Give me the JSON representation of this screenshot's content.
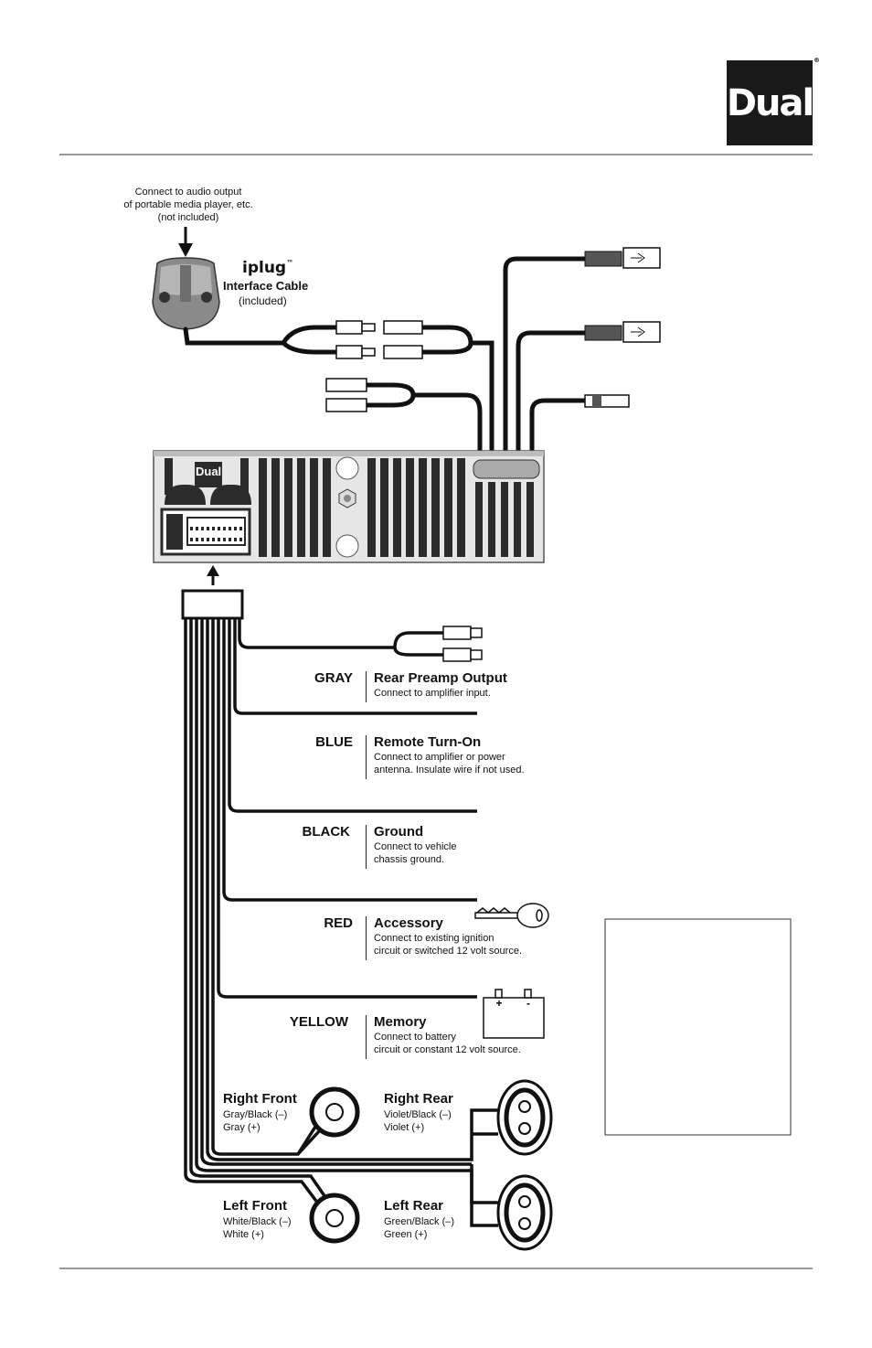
{
  "brand": {
    "logo_text": "Dual",
    "registered": "®",
    "unit_badge": "Dual"
  },
  "iplug": {
    "note_line1": "Connect to audio output",
    "note_line2": "of portable media player, etc.",
    "note_line3": "(not included)",
    "logo": "iplug",
    "tm": "™",
    "cable_label": "Interface Cable",
    "cable_note": "(included)"
  },
  "wires": [
    {
      "color": "GRAY",
      "title": "Rear Preamp Output",
      "desc1": "Connect to amplifier input.",
      "desc2": ""
    },
    {
      "color": "BLUE",
      "title": "Remote Turn-On",
      "desc1": "Connect to amplifier or power",
      "desc2": "antenna. Insulate wire if not used."
    },
    {
      "color": "BLACK",
      "title": "Ground",
      "desc1": "Connect to vehicle",
      "desc2": "chassis ground."
    },
    {
      "color": "RED",
      "title": "Accessory",
      "desc1": "Connect to existing ignition",
      "desc2": "circuit or switched 12 volt source."
    },
    {
      "color": "YELLOW",
      "title": "Memory",
      "desc1": "Connect to battery",
      "desc2": "circuit or constant 12 volt source."
    }
  ],
  "battery": {
    "plus": "+",
    "minus": "-"
  },
  "speakers": {
    "right_front": {
      "title": "Right Front",
      "neg": "Gray/Black (–)",
      "pos": "Gray (+)"
    },
    "right_rear": {
      "title": "Right Rear",
      "neg": "Violet/Black (–)",
      "pos": "Violet (+)"
    },
    "left_front": {
      "title": "Left Front",
      "neg": "White/Black (–)",
      "pos": "White (+)"
    },
    "left_rear": {
      "title": "Left Rear",
      "neg": "Green/Black (–)",
      "pos": "Green (+)"
    }
  }
}
